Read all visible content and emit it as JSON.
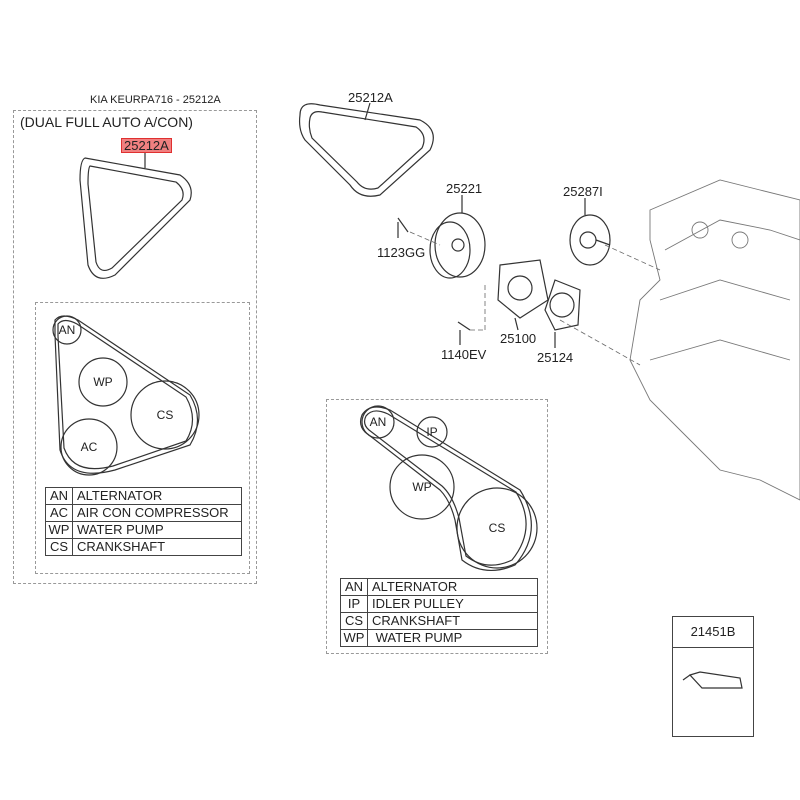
{
  "header": {
    "title": "KIA KEURPA716 - 25212A"
  },
  "left_panel": {
    "subtitle": "(DUAL FULL AUTO A/CON)",
    "highlight_part": "25212A",
    "highlight_color": "#f08080",
    "pulleys": [
      "AN",
      "WP",
      "CS",
      "AC"
    ],
    "legend": [
      {
        "code": "AN",
        "name": "ALTERNATOR"
      },
      {
        "code": "AC",
        "name": "AIR CON COMPRESSOR"
      },
      {
        "code": "WP",
        "name": "WATER PUMP"
      },
      {
        "code": "CS",
        "name": "CRANKSHAFT"
      }
    ]
  },
  "parts": {
    "belt": "25212A",
    "idler": "25221",
    "tensioner": "25287I",
    "bolt_1": "1123GG",
    "water_pump": "25100",
    "gasket": "25124",
    "bolt_2": "1140EV",
    "sealant": "21451B"
  },
  "right_panel": {
    "pulleys": [
      "AN",
      "IP",
      "WP",
      "CS"
    ],
    "legend": [
      {
        "code": "AN",
        "name": "ALTERNATOR"
      },
      {
        "code": "IP",
        "name": "IDLER PULLEY"
      },
      {
        "code": "CS",
        "name": "CRANKSHAFT"
      },
      {
        "code": "WP",
        "name": " WATER PUMP"
      }
    ]
  }
}
